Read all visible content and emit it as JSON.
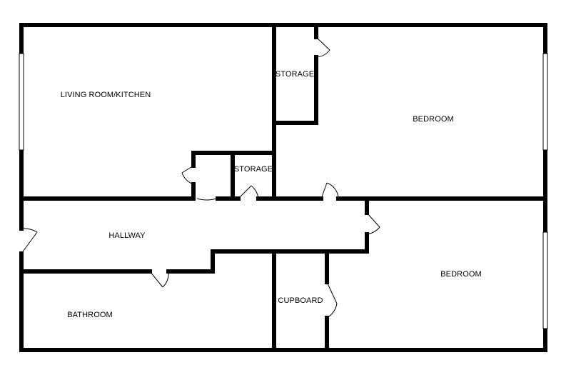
{
  "rooms": {
    "living": "LIVING ROOM/KITCHEN",
    "storage_top": "STORAGE",
    "storage_small": "STORAGE",
    "bedroom_top": "BEDROOM",
    "hallway": "HALLWAY",
    "bedroom_bottom": "BEDROOM",
    "bathroom": "BATHROOM",
    "cupboard": "CUPBOARD"
  },
  "colors": {
    "wall": "#000000",
    "background": "#ffffff"
  }
}
